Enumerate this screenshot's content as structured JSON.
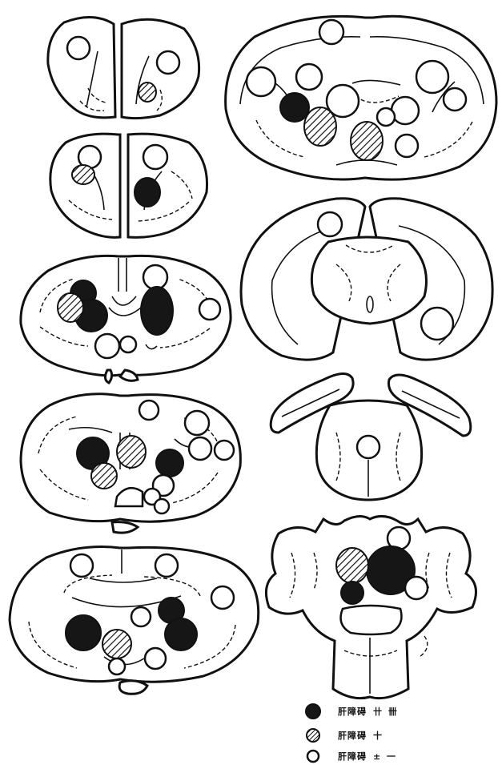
{
  "legend": [
    {
      "key": "severe",
      "label": "肝障碍",
      "grade": "卄 卌",
      "swatch": "black"
    },
    {
      "key": "moderate",
      "label": "肝障碍",
      "grade": "十",
      "swatch": "hatched"
    },
    {
      "key": "mild",
      "label": "肝障碍",
      "grade": "± 一",
      "swatch": "white"
    }
  ]
}
